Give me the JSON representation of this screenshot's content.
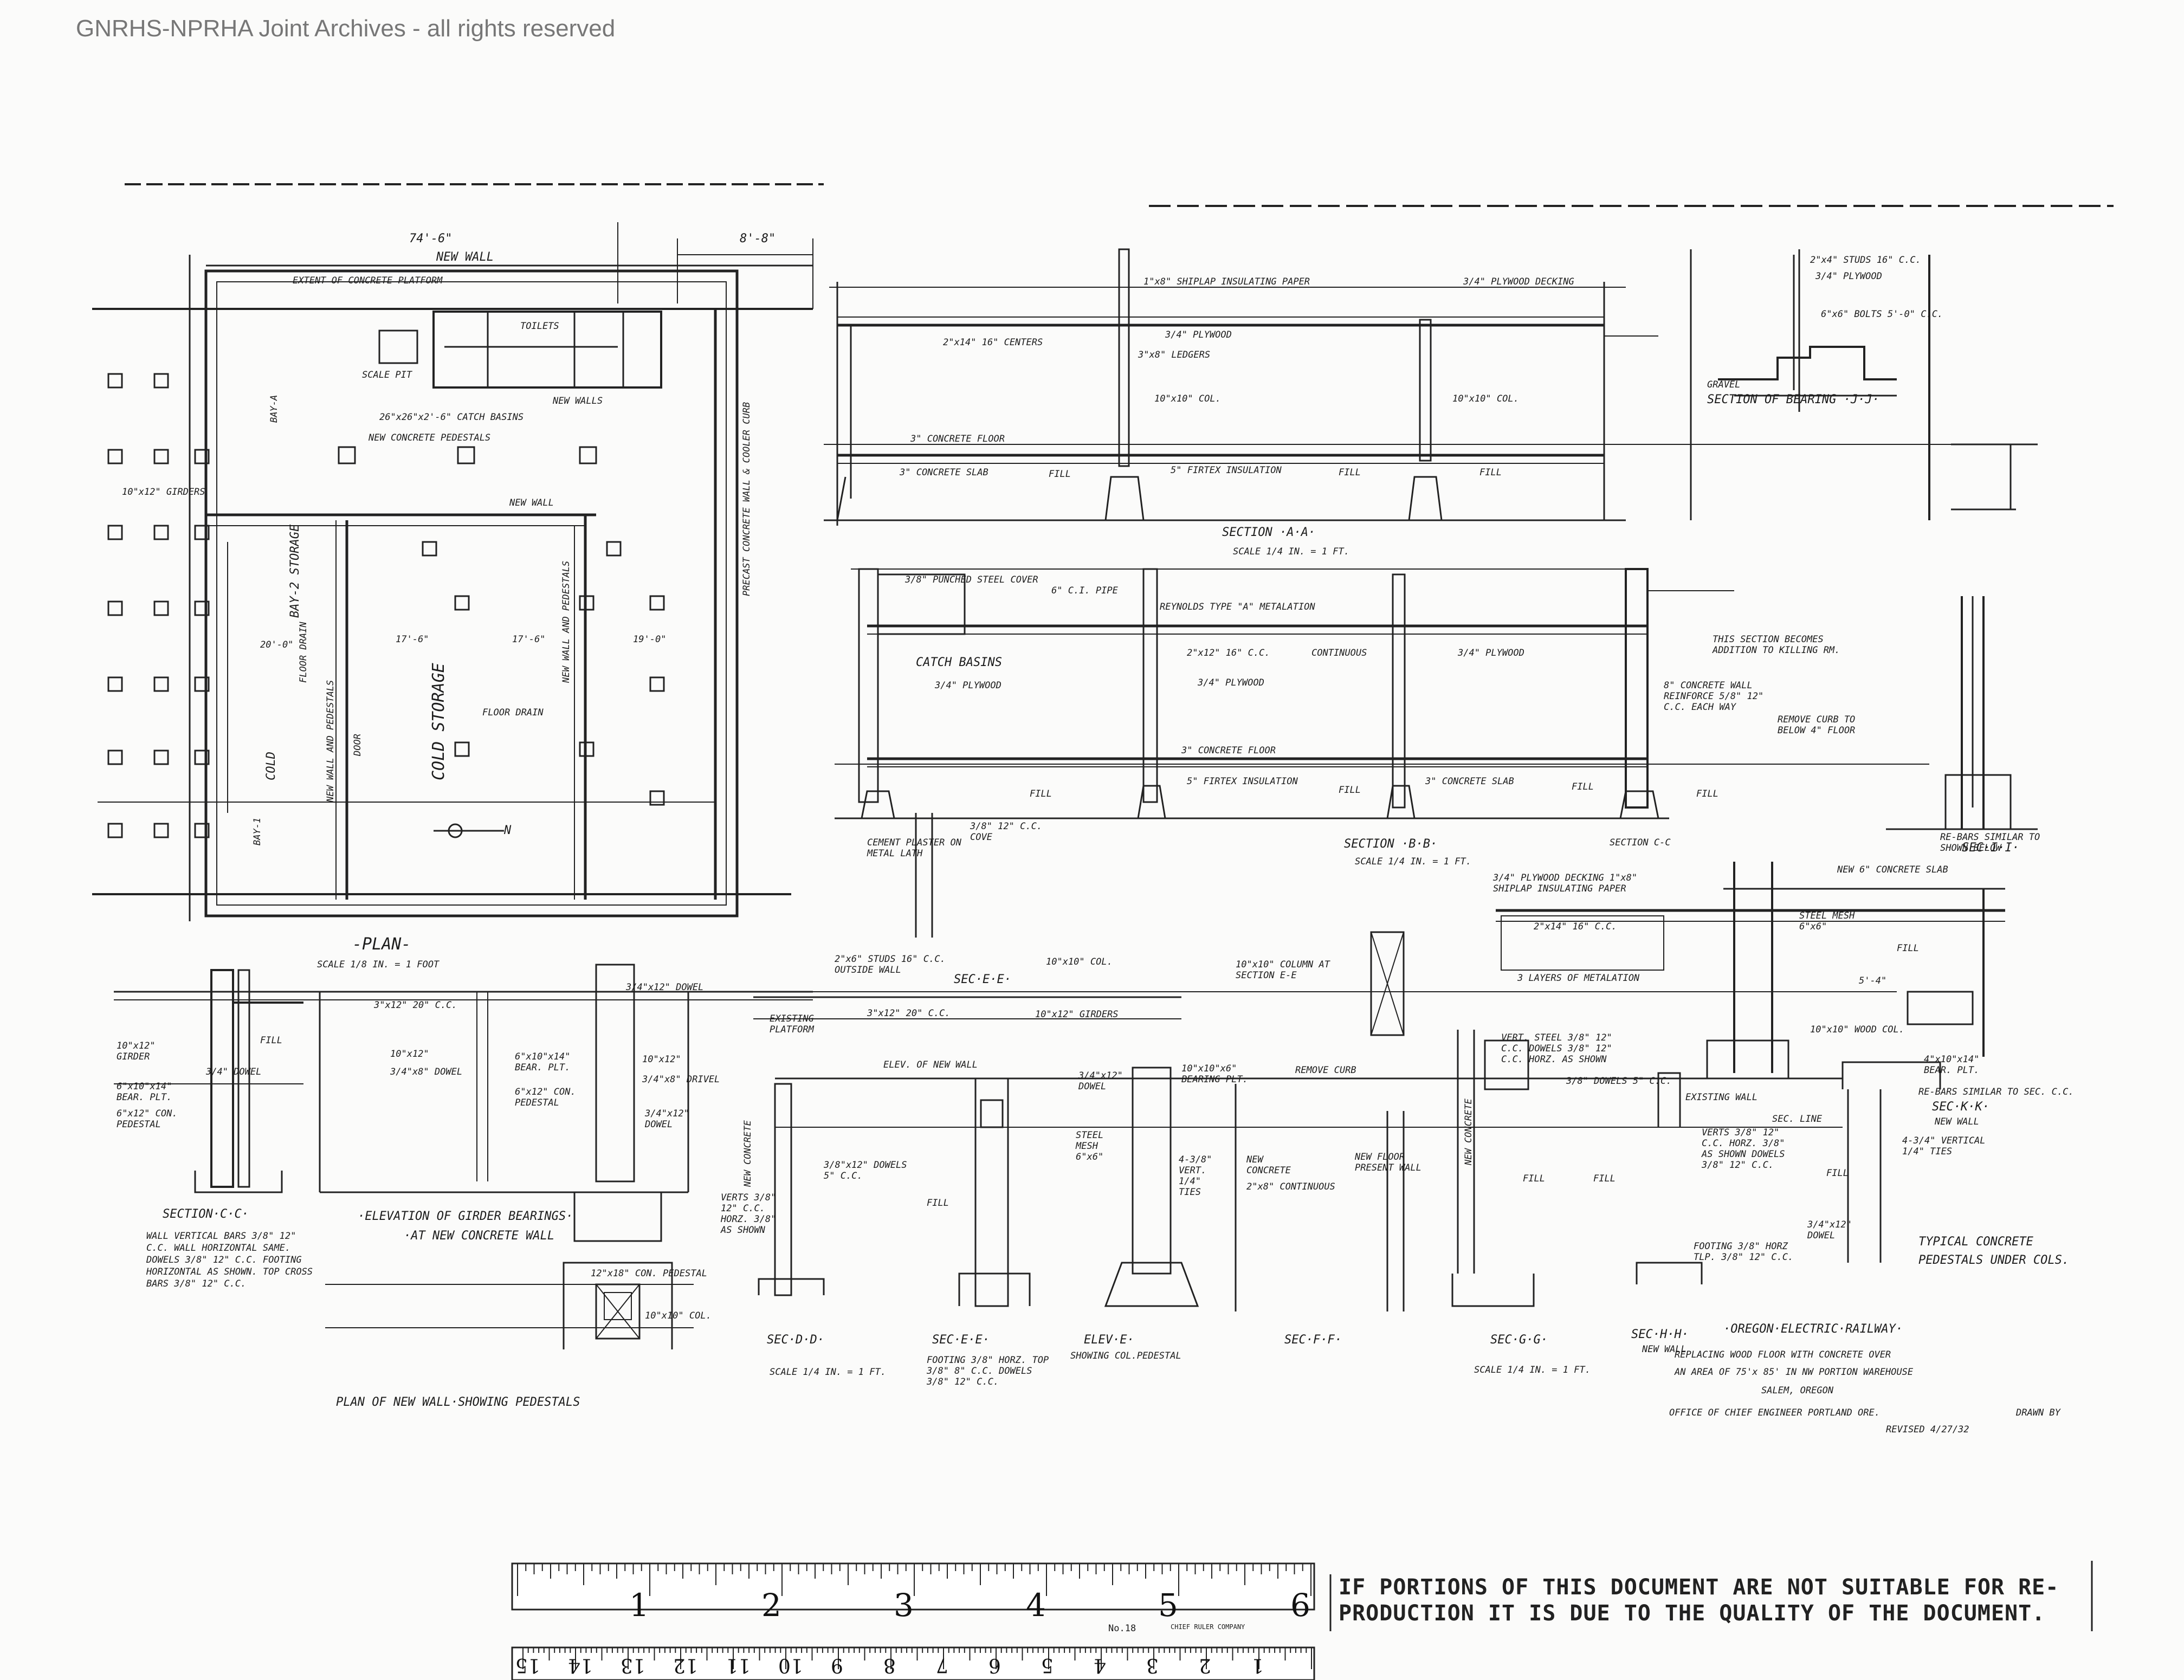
{
  "header": {
    "watermark": "GNRHS-NPRHA Joint Archives - all rights reserved"
  },
  "drawing": {
    "plan": {
      "dim_top": "74'-6\"",
      "dim_right": "8'-8\"",
      "new_wall": "NEW WALL",
      "extent": "EXTENT OF CONCRETE PLATFORM",
      "toilets": "TOILETS",
      "scale_pit": "SCALE PIT",
      "new_walls": "NEW WALLS",
      "catch_basins": "26\"x26\"x2'-6\" CATCH BASINS",
      "new_pedestals": "NEW CONCRETE PEDESTALS",
      "girders": "10\"x12\" GIRDERS",
      "new_wall_2": "NEW WALL",
      "bay_a": "BAY-A",
      "bay_2": "BAY-2  STORAGE",
      "bay_1": "BAY-1",
      "cold_storage": "COLD STORAGE",
      "floor_drain": "FLOOR DRAIN",
      "door": "DOOR",
      "dim_20": "20'-0\"",
      "dim_17": "17'-6\"",
      "dim_176": "17'-6\"",
      "dim_19": "19'-0\"",
      "precast": "PRECAST CONCRETE WALL & COOLER CURB",
      "new_wall_ped": "NEW WALL AND PEDESTALS",
      "new_wall_ped2": "NEW WALL AND PEDESTALS",
      "cold": "COLD",
      "title": "-PLAN-",
      "scale": "SCALE 1/8 IN. = 1 FOOT",
      "north": "N"
    },
    "sec_aa": {
      "shiplap": "1\"x8\" SHIPLAP  INSULATING PAPER",
      "decking": "3/4\" PLYWOOD DECKING",
      "centers": "2\"x14\" 16\" CENTERS",
      "plywood": "3/4\" PLYWOOD",
      "ledgers": "3\"x8\" LEDGERS",
      "col1": "10\"x10\" COL.",
      "col2": "10\"x10\" COL.",
      "floor": "3\" CONCRETE FLOOR",
      "slab": "3\" CONCRETE SLAB",
      "fill1": "FILL",
      "firtex": "5\" FIRTEX INSULATION",
      "fill2": "FILL",
      "fill3": "FILL",
      "title": "SECTION ·A·A·",
      "scale": "SCALE 1/4 IN. = 1 FT."
    },
    "sec_jj": {
      "studs": "2\"x4\" STUDS 16\" C.C.",
      "plywood": "3/4\" PLYWOOD",
      "bolts": "6\"x6\" BOLTS 5'-0\" C.C.",
      "gravel": "GRAVEL",
      "title": "SECTION OF BEARING ·J·J·"
    },
    "sec_bb": {
      "punched": "3/8\" PUNCHED STEEL COVER",
      "pipe": "6\" C.I. PIPE",
      "reynolds": "REYNOLDS TYPE \"A\" METALATION",
      "catch": "CATCH BASINS",
      "plywood1": "3/4\" PLYWOOD",
      "joists": "2\"x12\" 16\" C.C.",
      "continuous": "CONTINUOUS",
      "plywood2": "3/4\" PLYWOOD",
      "plywood3": "3/4\" PLYWOOD",
      "becomes": "THIS SECTION BECOMES ADDITION TO KILLING RM.",
      "wall": "8\" CONCRETE WALL REINFORCE 5/8\" 12\" C.C. EACH WAY",
      "curb": "REMOVE CURB TO BELOW 4\" FLOOR",
      "floor": "3\" CONCRETE FLOOR",
      "fill1": "FILL",
      "firtex": "5\" FIRTEX INSULATION",
      "fill2": "FILL",
      "slab": "3\" CONCRETE SLAB",
      "fill3": "FILL",
      "fill4": "FILL",
      "title": "SECTION ·B·B·",
      "scale": "SCALE 1/4 IN. = 1 FT.",
      "sec_cc": "SECTION C-C"
    },
    "sec_ii": {
      "rebars": "RE-BARS SIMILAR TO SHOWN BELOW",
      "title": "SEC·I·I·"
    },
    "misc": {
      "cement": "CEMENT PLASTER ON METAL LATH",
      "cove": "3/8\" 12\" C.C.  COVE",
      "studs": "2\"x6\" STUDS 16\" C.C. OUTSIDE WALL",
      "col": "10\"x10\" COL.",
      "girders": "10\"x12\" GIRDERS",
      "sec_ee": "SEC·E·E·",
      "beams": "3\"x12\" 20\" C.C.",
      "col_at": "10\"x10\" COLUMN AT SECTION E-E",
      "existing_wall": "EXISTING WALL"
    },
    "sec_kk": {
      "plywood": "3/4\" PLYWOOD DECKING 1\"x8\" SHIPLAP INSULATING PAPER",
      "joists": "2\"x14\"  16\" C.C.",
      "slab": "NEW 6\" CONCRETE SLAB",
      "mesh": "STEEL MESH 6\"x6\"",
      "metalation": "3 LAYERS OF METALATION",
      "fill": "FILL",
      "dim": "5'-4\"",
      "dowel": "10\"x10\" WOOD COL.",
      "bear": "4\"x10\"x14\" BEAR. PLT.",
      "rebars": "RE-BARS SIMILAR TO SEC. C.C.",
      "title": "SEC·K·K·",
      "new_wall": "NEW WALL",
      "vertical": "4-3/4\" VERTICAL 1/4\" TIES"
    },
    "sec_cc": {
      "girder": "10\"x12\" GIRDER",
      "dowel": "3/4\" DOWEL",
      "bear": "6\"x10\"x14\" BEAR. PLT.",
      "pedestal": "6\"x12\" CON. PEDESTAL",
      "fill": "FILL",
      "title": "SECTION·C·C·",
      "notes": "WALL VERTICAL BARS 3/8\" 12\" C.C. WALL HORIZONTAL SAME. DOWELS 3/8\" 12\" C.C. FOOTING HORIZONTAL AS SHOWN. TOP CROSS BARS 3/8\" 12\" C.C."
    },
    "elev_girder": {
      "beams": "3\"x12\" 20\" C.C.",
      "girder": "10\"x12\"",
      "dowel": "3/4\"x8\" DOWEL",
      "bear": "6\"x10\"x14\" BEAR. PLT.",
      "ped": "6\"x12\" CON. PEDESTAL",
      "girder2": "10\"x12\"",
      "drivel": "3/4\"x8\" DRIVEL",
      "dowel2": "3/4\"x12\" DOWEL",
      "dowel3": "3/4\"x12\" DOWEL",
      "title": "·ELEVATION OF GIRDER BEARINGS·",
      "title2": "·AT NEW CONCRETE WALL"
    },
    "plan_wall": {
      "ped": "12\"x18\" CON. PEDESTAL",
      "col": "10\"x10\" COL.",
      "title": "PLAN OF NEW WALL·SHOWING PEDESTALS"
    },
    "sec_dd": {
      "title": "SEC·D·D·",
      "scale": "SCALE 1/4 IN. = 1 FT.",
      "new_conc": "NEW CONCRETE",
      "dowels": "3/8\"x12\" DOWELS 5\" C.C.",
      "verts": "VERTS 3/8\" 12\" C.C. HORZ. 3/8\" AS SHOWN",
      "existing": "EXISTING PLATFORM"
    },
    "sec_ee2": {
      "title": "SEC·E·E·",
      "footing": "FOOTING 3/8\" HORZ. TOP 3/8\" 8\" C.C. DOWELS 3/8\" 12\" C.C.",
      "elev_wall": "ELEV. OF NEW WALL",
      "fill": "FILL",
      "mesh": "STEEL MESH 6\"x6\""
    },
    "elev_e": {
      "title": "ELEV·E·",
      "sub": "SHOWING COL.PEDESTAL",
      "dowel": "3/4\"x12\" DOWEL",
      "bearing": "10\"x10\"x6\" BEARING PLT.",
      "verts": "4-3/8\" VERT. 1/4\" TIES"
    },
    "sec_ff": {
      "title": "SEC·F·F·",
      "remove": "REMOVE CURB",
      "new_conc": "NEW CONCRETE",
      "cont": "2\"x8\" CONTINUOUS",
      "new_floor": "NEW FLOOR PRESENT WALL"
    },
    "sec_gg": {
      "title": "SEC·G·G·",
      "scale": "SCALE 1/4 IN. = 1 FT.",
      "vert": "VERT. STEEL 3/8\" 12\" C.C. DOWELS 3/8\" 12\" C.C. HORZ. AS SHOWN",
      "dowels": "3/8\" DOWELS 5\" C.C.",
      "new_conc": "NEW CONCRETE",
      "fill": "FILL",
      "fill2": "FILL",
      "existing": "EXISTING WALL"
    },
    "sec_hh": {
      "title": "SEC·H·H·",
      "sub": "NEW WALL",
      "verts": "VERTS 3/8\" 12\" C.C. HORZ. 3/8\" AS SHOWN DOWELS 3/8\" 12\" C.C.",
      "sec_line": "SEC. LINE",
      "fill": "FILL",
      "dowel": "3/4\"x12\" DOWEL",
      "footing": "FOOTING 3/8\" HORZ TLP. 3/8\" 12\" C.C.",
      "typical": "TYPICAL CONCRETE PEDESTALS UNDER COLS."
    },
    "title_block": {
      "railway": "·OREGON·ELECTRIC·RAILWAY·",
      "line1": "REPLACING WOOD FLOOR WITH CONCRETE OVER",
      "line2": "AN AREA OF 75'x 85' IN NW PORTION WAREHOUSE",
      "city": "SALEM, OREGON",
      "office": "OFFICE OF CHIEF ENGINEER   PORTLAND ORE.",
      "drawn": "DRAWN BY",
      "revised": "REVISED 4/27/32"
    }
  },
  "ruler": {
    "inch_labels": [
      "1",
      "2",
      "3",
      "4",
      "5",
      "6"
    ],
    "cm_labels": [
      "1",
      "2",
      "3",
      "4",
      "5",
      "6",
      "7",
      "8",
      "9",
      "10",
      "11",
      "12",
      "13",
      "14",
      "15"
    ],
    "mark": "No.18",
    "maker": "CHIEF RULER COMPANY"
  },
  "notice": {
    "line1": "IF PORTIONS OF THIS DOCUMENT ARE NOT SUITABLE FOR RE-",
    "line2": "PRODUCTION IT IS DUE TO THE QUALITY OF THE DOCUMENT."
  }
}
